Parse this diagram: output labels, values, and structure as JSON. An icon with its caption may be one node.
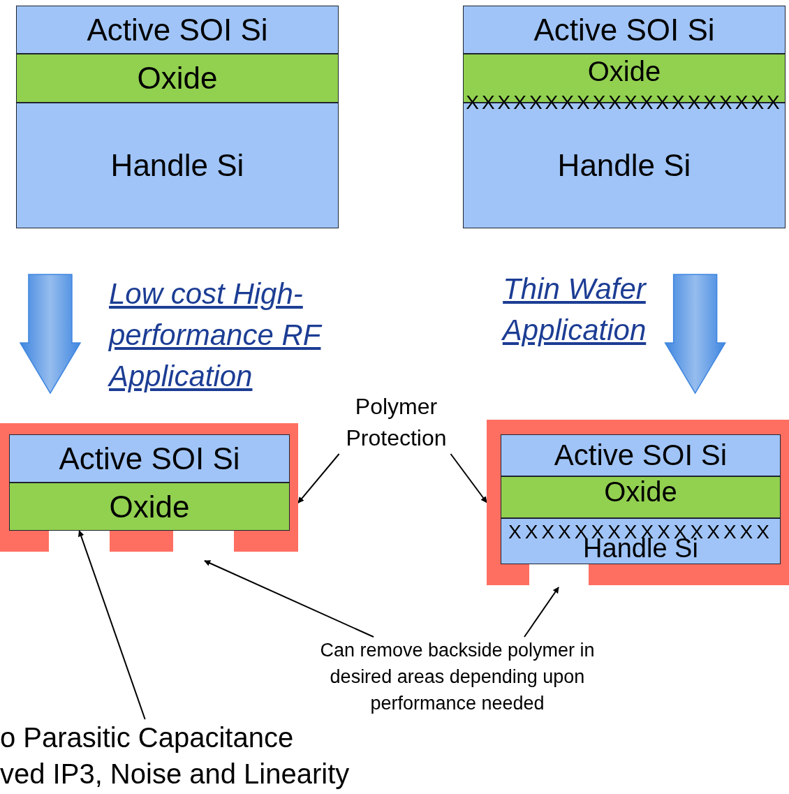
{
  "diagram": {
    "nodes": [
      {
        "text": [
          "Active SOI Si"
        ]
      },
      {
        "text": [
          "Oxide"
        ]
      },
      {
        "text": [
          "Handle Si"
        ]
      },
      {
        "text": [
          "Active SOI Si"
        ]
      },
      {
        "text": [
          "Oxide"
        ]
      },
      {
        "text": [
          "Handle Si"
        ]
      },
      {
        "text": [
          "Polymer Protection"
        ]
      },
      {
        "text": [],
        "shape": "box"
      },
      {
        "text": [
          "Active SOI Si"
        ],
        "in": 7
      },
      {
        "text": [
          "Oxide"
        ],
        "in": 7
      },
      {
        "text": [],
        "shape": "box"
      },
      {
        "text": [
          "Active SOI Si"
        ],
        "in": 10
      },
      {
        "text": [
          "Oxide"
        ],
        "in": 10
      },
      {
        "text": [
          "Handle Si"
        ],
        "in": 10
      },
      {
        "text": [
          "Can remove backside polymer in desired areas depending upon performance needed"
        ]
      },
      {
        "text": [
          "o Parasitic Capacitance",
          "ved IP3, Noise and Linearity"
        ]
      }
    ],
    "edges": [
      {
        "from": 2,
        "to": 7,
        "arrow": "to",
        "label": "Low cost High-performance RF Application",
        "style": "thick",
        "color": "#3f86e0"
      },
      {
        "from": 5,
        "to": 10,
        "arrow": "to",
        "label": "Thin Wafer Application",
        "style": "thick",
        "color": "#3f86e0"
      },
      {
        "from": 6,
        "to": 7,
        "arrow": "to"
      },
      {
        "from": 6,
        "to": 10,
        "arrow": "to"
      },
      {
        "from": 14,
        "to": null,
        "arrow": "to"
      },
      {
        "from": 14,
        "to": null,
        "arrow": "to"
      },
      {
        "from": 15,
        "to": 9,
        "arrow": "to"
      }
    ],
    "labels": [
      "XXXXXXXXXXXXXXXXXXXX",
      "XXXXXXXXXXXXXXXX"
    ]
  }
}
